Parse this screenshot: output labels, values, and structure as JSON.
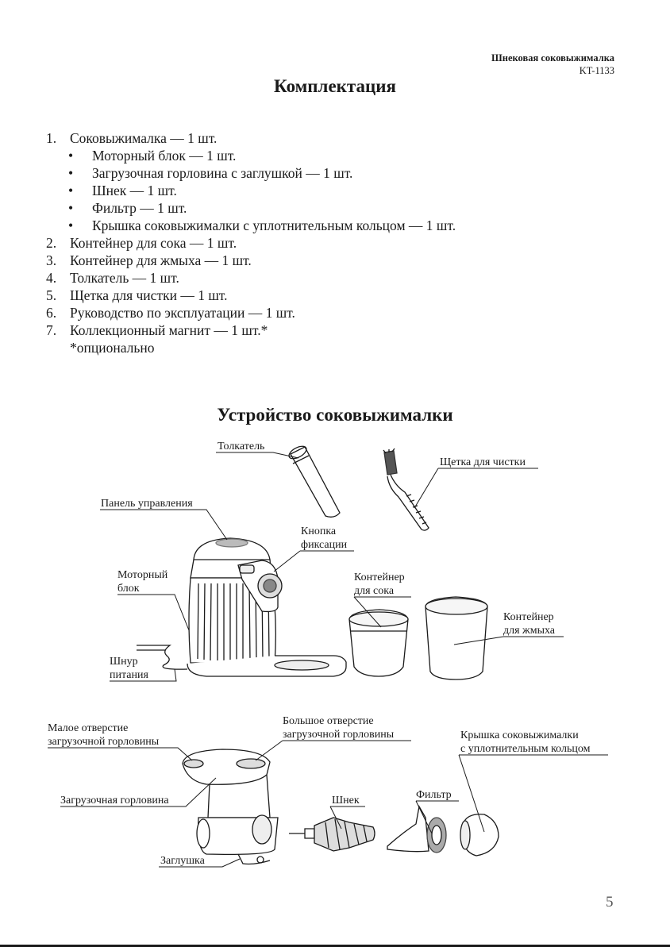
{
  "header": {
    "product": "Шнековая соковыжималка",
    "model": "KT-1133"
  },
  "contents": {
    "title": "Комплектация",
    "items": [
      {
        "num": "1.",
        "text": "Соковыжималка — 1 шт."
      },
      {
        "bullet": "•",
        "text": "Моторный блок — 1 шт."
      },
      {
        "bullet": "•",
        "text": "Загрузочная горловина с заглушкой — 1 шт."
      },
      {
        "bullet": "•",
        "text": "Шнек — 1 шт."
      },
      {
        "bullet": "•",
        "text": "Фильтр — 1 шт."
      },
      {
        "bullet": "•",
        "text": "Крышка соковыжималки с уплотнительным кольцом — 1 шт."
      },
      {
        "num": "2.",
        "text": "Контейнер для сока — 1 шт."
      },
      {
        "num": "3.",
        "text": "Контейнер для жмыха — 1 шт."
      },
      {
        "num": "4.",
        "text": "Толкатель — 1 шт."
      },
      {
        "num": "5.",
        "text": "Щетка для чистки — 1 шт."
      },
      {
        "num": "6.",
        "text": "Руководство по эксплуатации — 1 шт."
      },
      {
        "num": "7.",
        "text": "Коллекционный магнит — 1 шт.*"
      }
    ],
    "note": "*опционально"
  },
  "device": {
    "title": "Устройство соковыжималки",
    "labels": {
      "pusher": "Толкатель",
      "brush": "Щетка для чистки",
      "control_panel": "Панель управления",
      "lock_button_1": "Кнопка",
      "lock_button_2": "фиксации",
      "motor_1": "Моторный",
      "motor_2": "блок",
      "juice_1": "Контейнер",
      "juice_2": "для сока",
      "pulp_1": "Контейнер",
      "pulp_2": "для жмыха",
      "cord_1": "Шнур",
      "cord_2": "питания",
      "small_opening_1": "Малое отверстие",
      "small_opening_2": "загрузочной горловины",
      "large_opening_1": "Большое отверстие",
      "large_opening_2": "загрузочной горловины",
      "lid_1": "Крышка соковыжималки",
      "lid_2": "с уплотнительным кольцом",
      "hopper": "Загрузочная горловина",
      "auger": "Шнек",
      "filter": "Фильтр",
      "plug": "Заглушка"
    }
  },
  "page_number": "5"
}
